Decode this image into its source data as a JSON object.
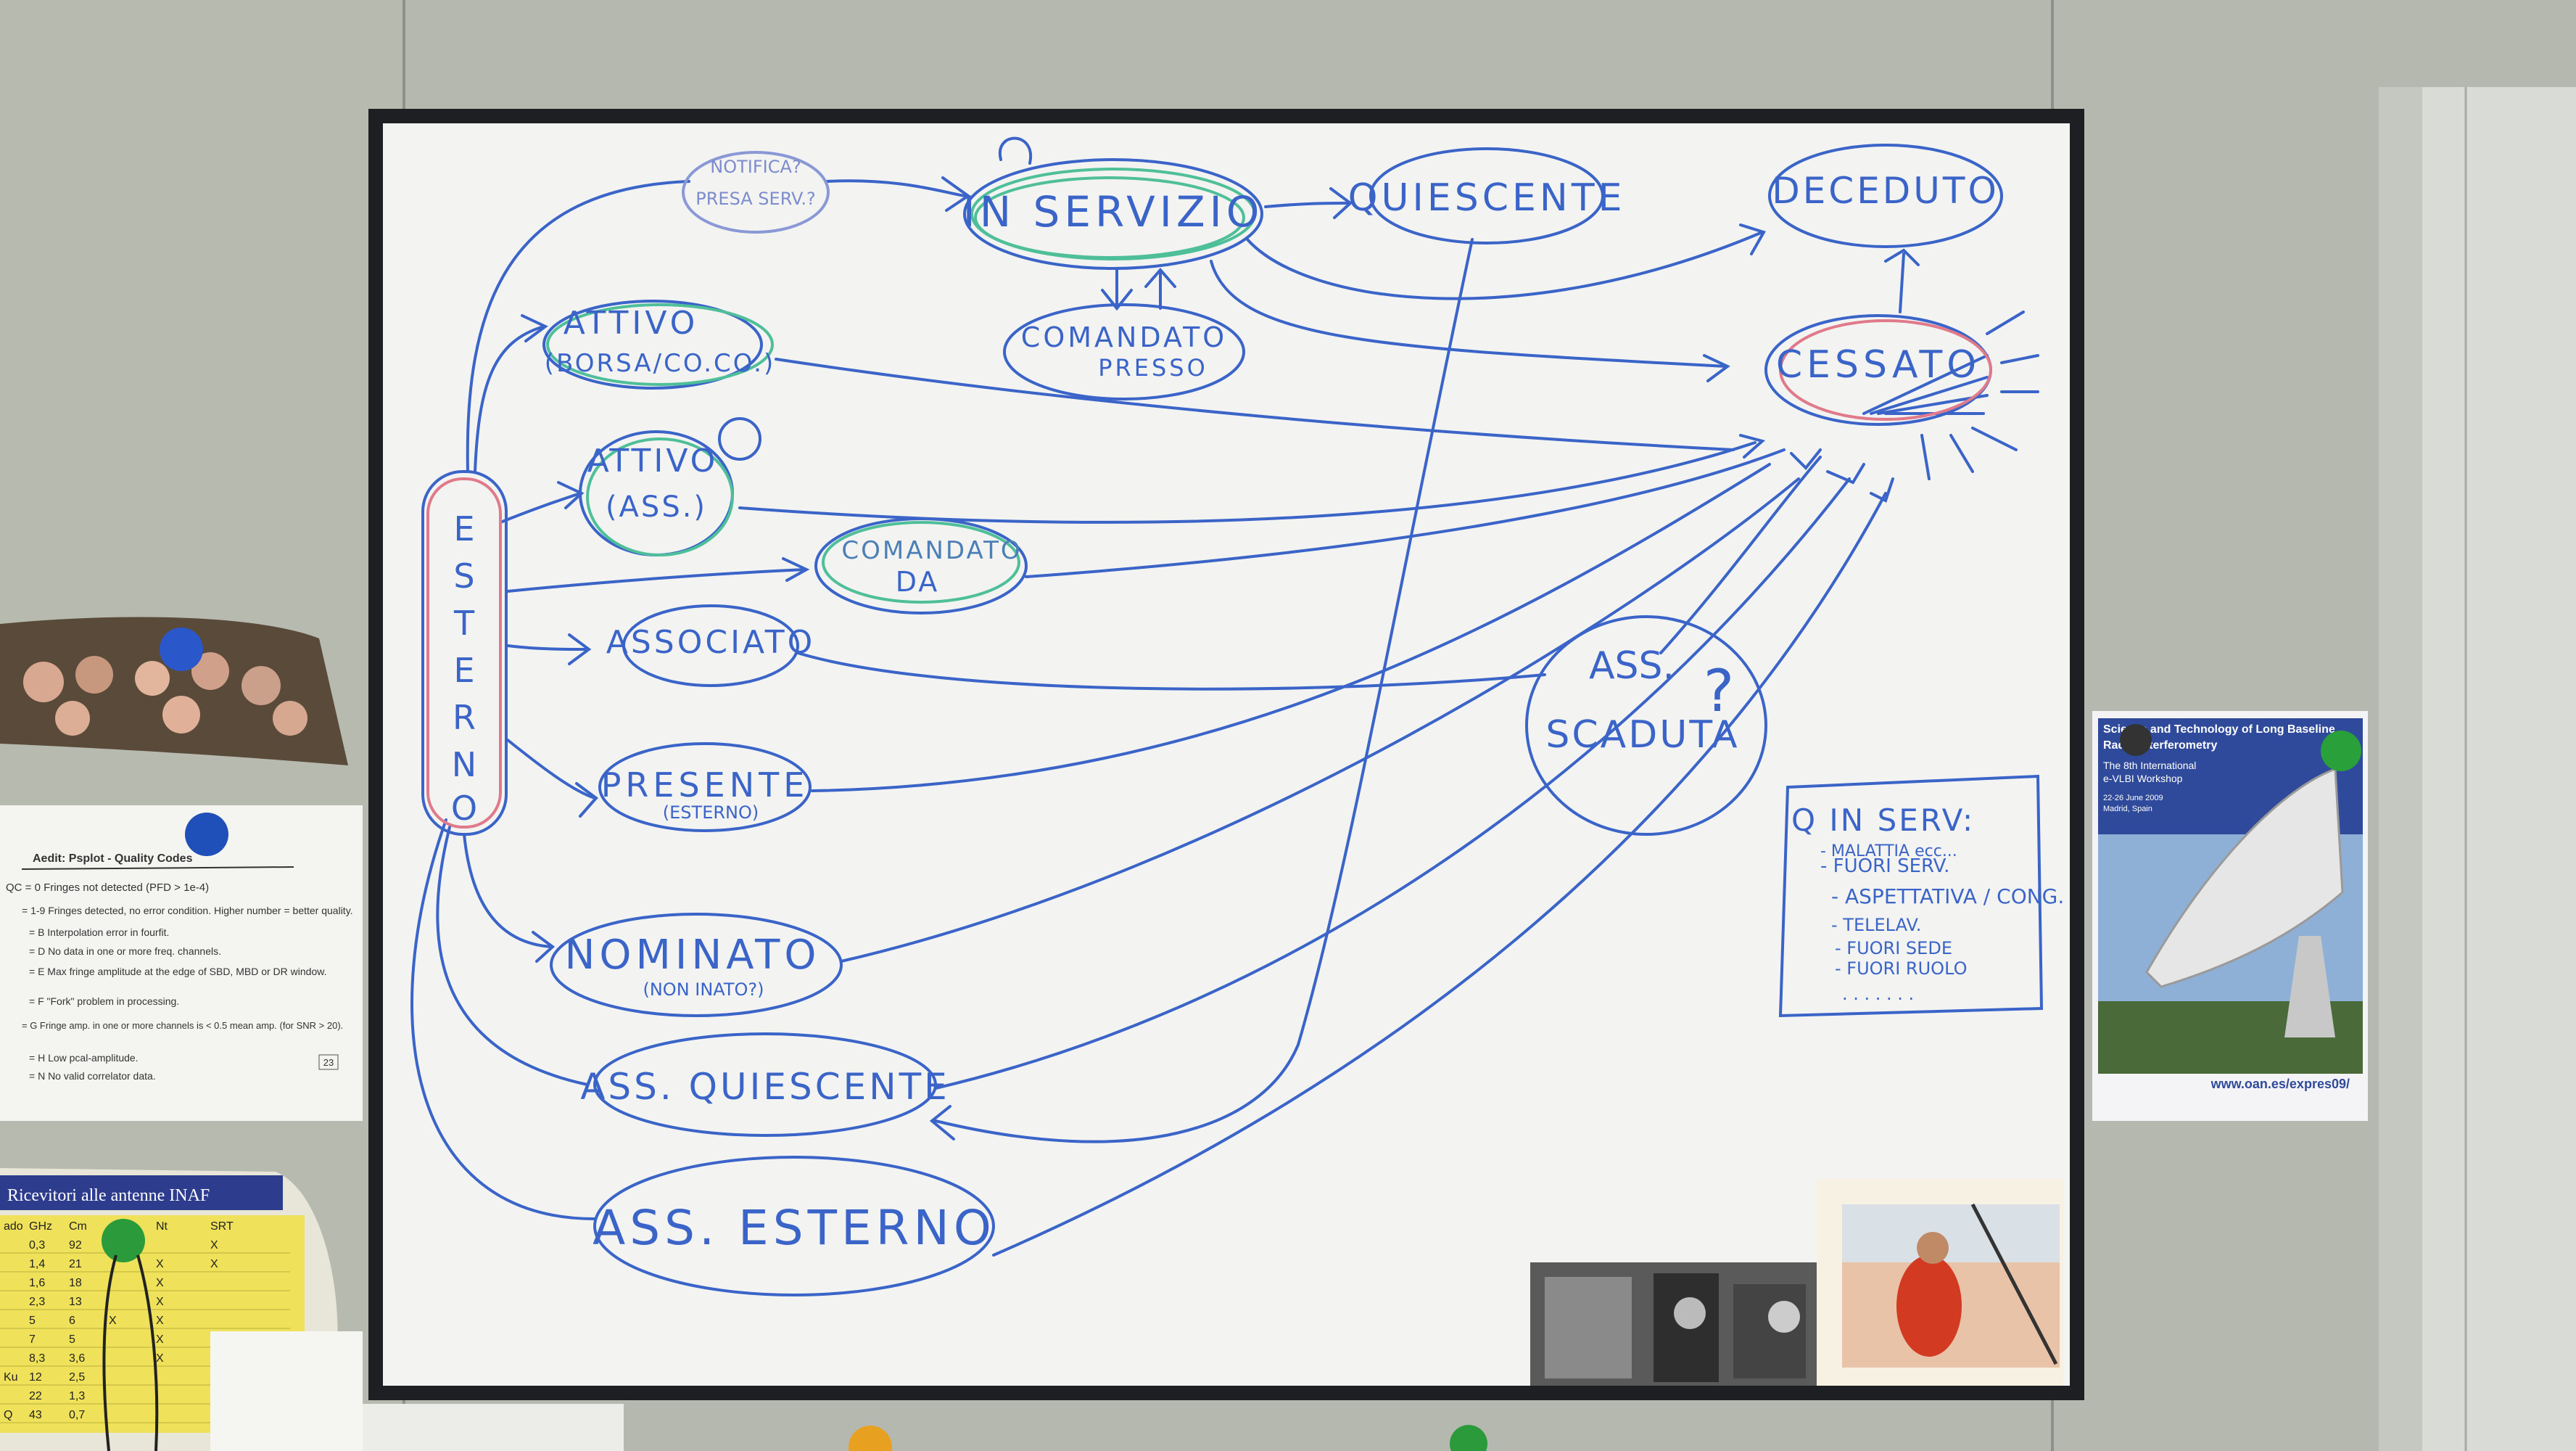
{
  "colors": {
    "marker_blue": "#3a64c8",
    "marker_green": "#4fbf9a",
    "marker_red": "#e07a8a",
    "wall": "#b9bcb3",
    "board": "#f3f4f2",
    "frame": "#1e1f22"
  },
  "states": {
    "notifica": [
      "NOTIFICA?",
      "PRESA SERV.?"
    ],
    "in_servizio": "IN SERVIZIO",
    "quiescente": "QUIESCENTE",
    "deceduto": "DECEDUTO",
    "cessato": "CESSATO",
    "comandato_presso": [
      "COMANDATO",
      "PRESSO"
    ],
    "attivo_borsa": [
      "ATTIVO",
      "(BORSA/CO.CO.)"
    ],
    "attivo_ass": [
      "ATTIVO",
      "(ASS.)"
    ],
    "comandato_da": [
      "COMANDATO",
      "DA"
    ],
    "esterno": [
      "E",
      "S",
      "T",
      "E",
      "R",
      "N",
      "O"
    ],
    "associato": "ASSOCIATO",
    "presente": [
      "PRESENTE",
      "(ESTERNO)"
    ],
    "nominato": [
      "NOMINATO",
      "(NON INATO?)"
    ],
    "ass_scaduta": [
      "ASS.",
      "SCADUTA",
      "?"
    ],
    "ass_quiescente": "ASS. QUIESCENTE",
    "ass_esterno": "ASS. ESTERNO"
  },
  "box_note": {
    "title": "Q IN SERV:",
    "items": [
      "- MALATTIA ecc...",
      "- FUORI SERV.",
      "- ASPETTATIVA / CONG.",
      "- TELELAV.",
      "- FUORI SEDE",
      "- FUORI RUOLO",
      ". . . . . . ."
    ]
  },
  "qc_sheet": {
    "title": "Aedit: Psplot - Quality Codes",
    "lines": [
      "QC = 0 Fringes not detected (PFD > 1e-4)",
      "= 1-9 Fringes detected, no error condition. Higher number = better quality.",
      "= B Interpolation error in fourfit.",
      "= D No data in one or more freq. channels.",
      "= E Max fringe amplitude at the edge of SBD, MBD or DR window.",
      "= F \"Fork\" problem in processing.",
      "= G Fringe amp. in one or more channels is < 0.5 mean amp. (for SNR > 20).",
      "= H Low pcal-amplitude.",
      "= N No valid correlator data."
    ],
    "page": "23"
  },
  "receiver_table": {
    "title": "Ricevitori alle antenne INAF",
    "headers": [
      "ado",
      "GHz",
      "Cm",
      "",
      "Nt",
      "SRT"
    ],
    "rows": [
      [
        "",
        "0,3",
        "92",
        "",
        "",
        "X"
      ],
      [
        "",
        "1,4",
        "21",
        "",
        "X",
        "X"
      ],
      [
        "",
        "1,6",
        "18",
        "",
        "X",
        ""
      ],
      [
        "",
        "2,3",
        "13",
        "",
        "X",
        ""
      ],
      [
        "",
        "5",
        "6",
        "X",
        "X",
        ""
      ],
      [
        "",
        "7",
        "5",
        "",
        "X",
        ""
      ],
      [
        "",
        "8,3",
        "3,6",
        "",
        "X",
        ""
      ],
      [
        "Ku",
        "12",
        "2,5",
        "",
        "",
        ""
      ],
      [
        "",
        "22",
        "1,3",
        "",
        "",
        ""
      ],
      [
        "Q",
        "43",
        "0,7",
        "",
        "",
        ""
      ]
    ]
  },
  "poster": {
    "title_line1": "Science and Technology of Long Baseline",
    "title_line2": "Radio Interferometry",
    "subtitle1": "The 8th International",
    "subtitle2": "e-VLBI Workshop",
    "dates": "22-26 June 2009",
    "place": "Madrid, Spain",
    "url": "www.oan.es/expres09/"
  }
}
